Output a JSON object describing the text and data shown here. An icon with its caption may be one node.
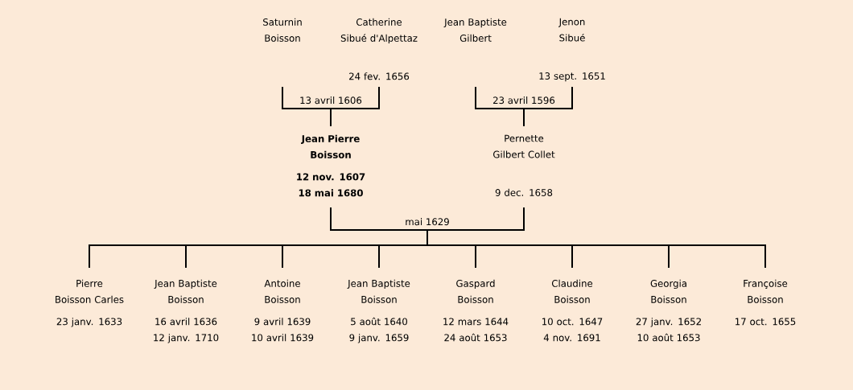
{
  "diagram": {
    "nodes": [
      {
        "text": [
          "Saturnin Boisson"
        ]
      },
      {
        "text": [
          "Catherine Sibué d'Alpettaz",
          "24 fev. 1656"
        ]
      },
      {
        "text": [
          "Jean Baptiste Gilbert"
        ]
      },
      {
        "text": [
          "Jenon Sibué",
          "13 sept. 1651"
        ]
      },
      {
        "text": [
          "Jean Pierre Boisson",
          "12 nov. 1607",
          "18 mai 1680"
        ]
      },
      {
        "text": [
          "Pernette Gilbert Collet",
          "9 dec. 1658"
        ]
      },
      {
        "text": [
          "Pierre Boisson Carles",
          "23 janv. 1633"
        ]
      },
      {
        "text": [
          "Jean Baptiste Boisson",
          "16 avril 1636",
          "12 janv. 1710"
        ]
      },
      {
        "text": [
          "Antoine Boisson",
          "9 avril 1639",
          "10 avril 1639"
        ]
      },
      {
        "text": [
          "Jean Baptiste Boisson",
          "5 août 1640",
          "9 janv. 1659"
        ]
      },
      {
        "text": [
          "Gaspard Boisson",
          "12 mars 1644",
          "24 août 1653"
        ]
      },
      {
        "text": [
          "Claudine Boisson",
          "10 oct. 1647",
          "4 nov. 1691"
        ]
      },
      {
        "text": [
          "Georgia Boisson",
          "27 janv. 1652",
          "10 août 1653"
        ]
      },
      {
        "text": [
          "Françoise Boisson",
          "17 oct. 1655"
        ]
      }
    ],
    "edges": [
      {
        "from": 0,
        "to": 4,
        "arrow": "none",
        "label": "13 avril 1606"
      },
      {
        "from": 1,
        "to": 4,
        "arrow": "none"
      },
      {
        "from": 2,
        "to": 5,
        "arrow": "none",
        "label": "23 avril 1596"
      },
      {
        "from": 3,
        "to": 5,
        "arrow": "none"
      },
      {
        "from": 4,
        "to": 6,
        "arrow": "none",
        "label": "mai 1629"
      },
      {
        "from": 4,
        "to": 7,
        "arrow": "none"
      },
      {
        "from": 4,
        "to": 8,
        "arrow": "none"
      },
      {
        "from": 4,
        "to": 9,
        "arrow": "none"
      },
      {
        "from": 4,
        "to": 10,
        "arrow": "none"
      },
      {
        "from": 4,
        "to": 11,
        "arrow": "none"
      },
      {
        "from": 4,
        "to": 12,
        "arrow": "none"
      },
      {
        "from": 4,
        "to": 13,
        "arrow": "none"
      },
      {
        "from": 5,
        "to": 6,
        "arrow": "none"
      },
      {
        "from": 5,
        "to": 7,
        "arrow": "none"
      },
      {
        "from": 5,
        "to": 8,
        "arrow": "none"
      },
      {
        "from": 5,
        "to": 9,
        "arrow": "none"
      },
      {
        "from": 5,
        "to": 10,
        "arrow": "none"
      },
      {
        "from": 5,
        "to": 11,
        "arrow": "none"
      },
      {
        "from": 5,
        "to": 12,
        "arrow": "none"
      },
      {
        "from": 5,
        "to": 13,
        "arrow": "none"
      }
    ]
  }
}
